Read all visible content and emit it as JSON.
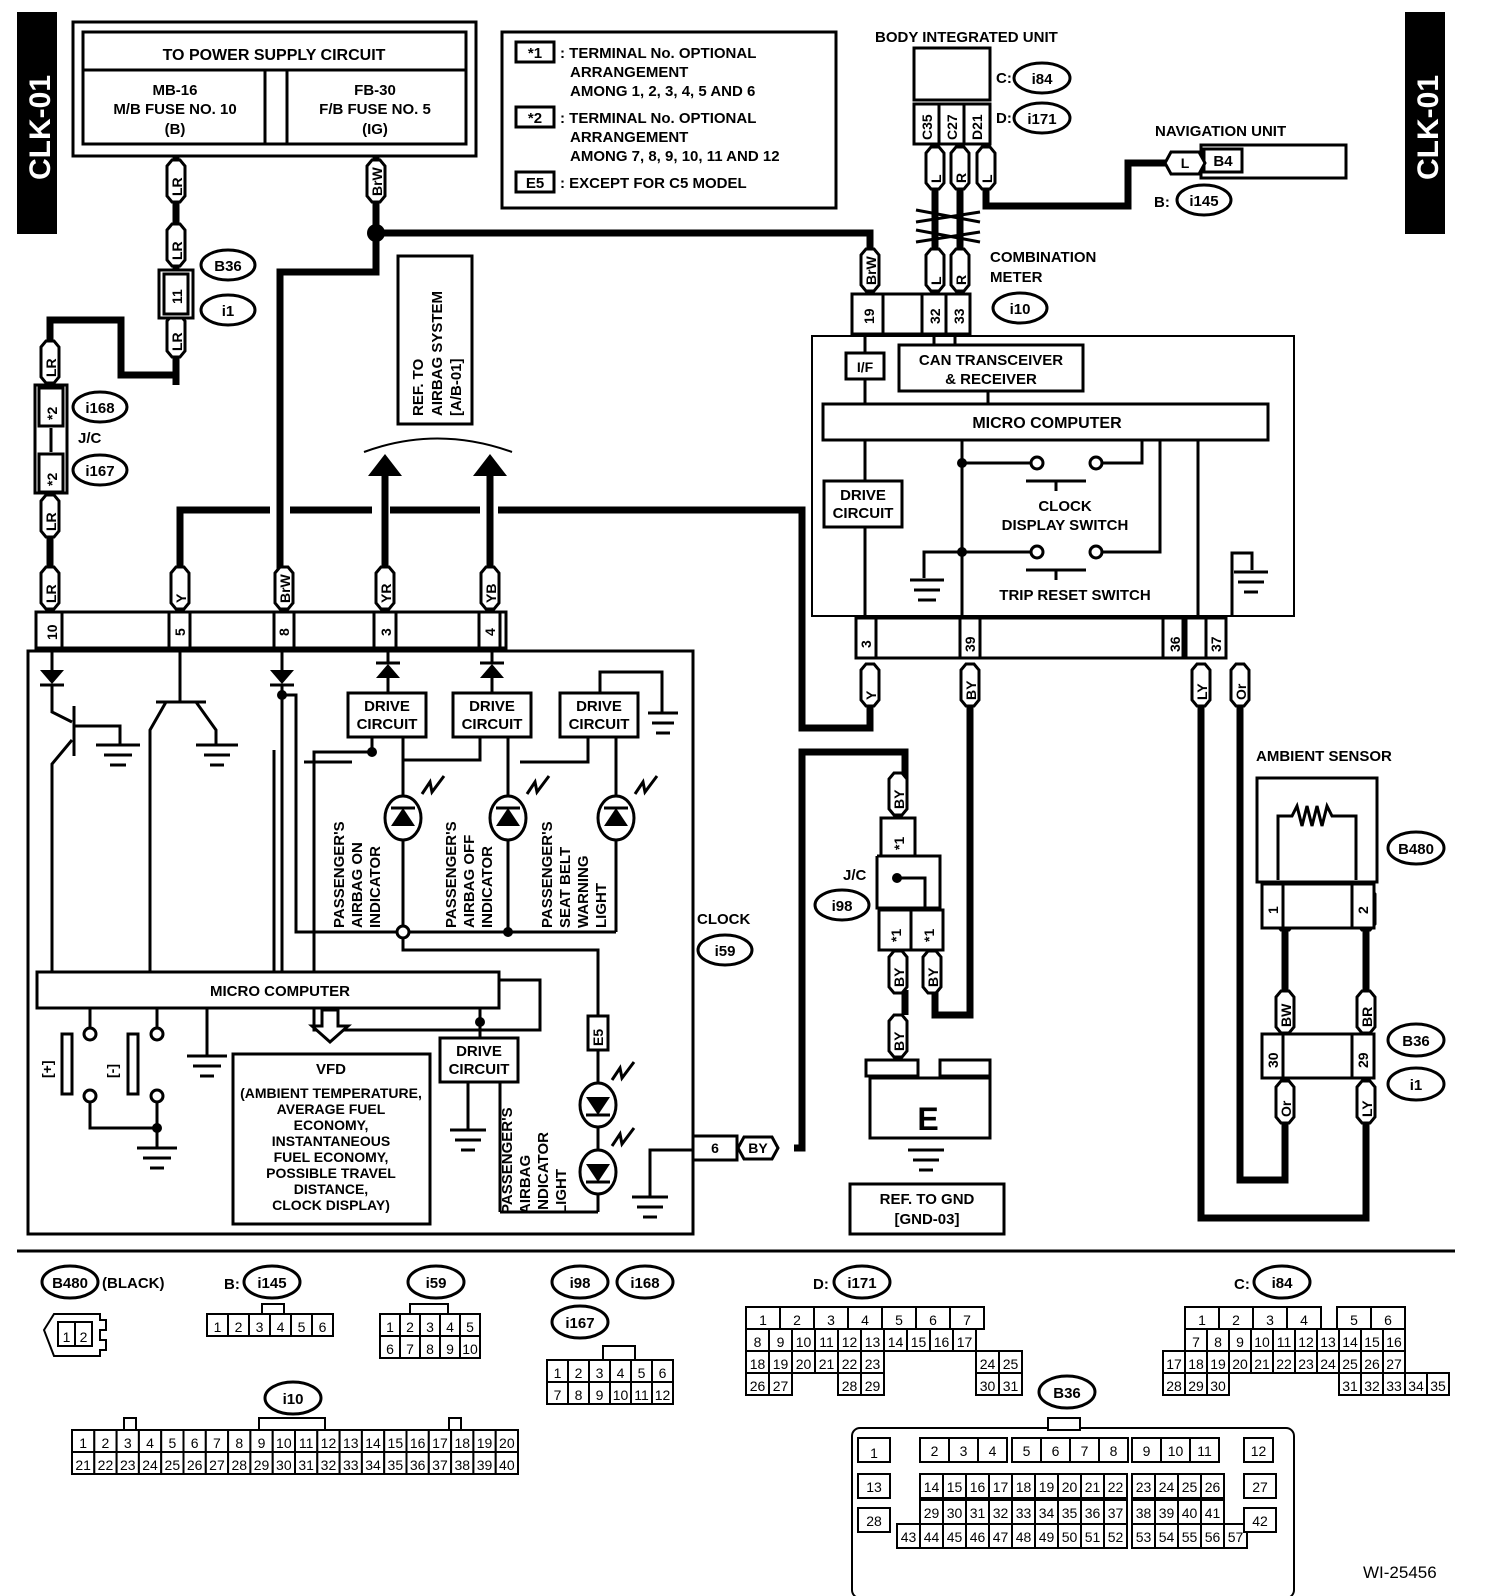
{
  "page_id": "CLK-01",
  "figure_id": "WI-25456",
  "power_supply": {
    "title": "TO POWER SUPPLY CIRCUIT",
    "left": [
      "MB-16",
      "M/B FUSE NO. 10",
      "(B)"
    ],
    "right": [
      "FB-30",
      "F/B FUSE NO. 5",
      "(IG)"
    ]
  },
  "legend": [
    {
      "key": "*1",
      "lines": [
        ": TERMINAL No. OPTIONAL",
        "ARRANGEMENT",
        "AMONG 1, 2, 3, 4, 5 AND 6"
      ]
    },
    {
      "key": "*2",
      "lines": [
        ": TERMINAL No. OPTIONAL",
        "ARRANGEMENT",
        "AMONG 7, 8, 9, 10, 11 AND 12"
      ]
    },
    {
      "key": "E5",
      "lines": [
        ": EXCEPT FOR C5 MODEL"
      ]
    }
  ],
  "body_integrated_unit": {
    "title": "BODY INTEGRATED UNIT",
    "connectors": [
      {
        "prefix": "C:",
        "id": "i84"
      },
      {
        "prefix": "D:",
        "id": "i171"
      }
    ],
    "pins": [
      "C35",
      "C27",
      "D21"
    ],
    "wires": [
      "L",
      "R",
      "L"
    ]
  },
  "navigation_unit": {
    "title": "NAVIGATION UNIT",
    "pin": "B4",
    "wire": "L",
    "connector": {
      "prefix": "B:",
      "id": "i145"
    }
  },
  "combination_meter": {
    "title_lines": [
      "COMBINATION",
      "METER"
    ],
    "connector": "i10",
    "top_pins": [
      {
        "pin": "19",
        "wire": "BrW"
      },
      {
        "pin": "32",
        "wire": "L"
      },
      {
        "pin": "33",
        "wire": "R"
      }
    ],
    "bottom_pins": [
      {
        "pin": "3",
        "wire": "Y"
      },
      {
        "pin": "39",
        "wire": "BY"
      },
      {
        "pin": "36",
        "wire": "LY"
      },
      {
        "pin": "37",
        "wire": "Or"
      }
    ],
    "blocks": {
      "if": "I/F",
      "can": [
        "CAN TRANSCEIVER",
        "& RECEIVER"
      ],
      "micro": "MICRO COMPUTER",
      "drive": [
        "DRIVE",
        "CIRCUIT"
      ],
      "clock_switch": [
        "CLOCK",
        "DISPLAY SWITCH"
      ],
      "trip_switch": "TRIP RESET SWITCH"
    }
  },
  "joint_connector_left": {
    "label": "J/C",
    "upper": {
      "key": "*2",
      "id": "i168"
    },
    "lower": {
      "key": "*2",
      "id": "i167"
    },
    "wires": [
      "LR",
      "LR"
    ]
  },
  "inline_b36_i1_left": {
    "pin": "11",
    "ids": [
      "B36",
      "i1"
    ],
    "wires": [
      "LR",
      "LR",
      "LR"
    ]
  },
  "power_wires": {
    "left": "LR",
    "right": "BrW"
  },
  "airbag_ref": [
    "REF. TO",
    "AIRBAG SYSTEM",
    "[A/B-01]"
  ],
  "clock": {
    "title": "CLOCK",
    "connector": "i59",
    "top_pins": [
      {
        "pin": "10",
        "wire": "LR"
      },
      {
        "pin": "5",
        "wire": "Y"
      },
      {
        "pin": "8",
        "wire": "BrW"
      },
      {
        "pin": "3",
        "wire": "YR"
      },
      {
        "pin": "4",
        "wire": "YB"
      }
    ],
    "ground_pin": {
      "pin": "6",
      "wire": "BY"
    },
    "drive_label": [
      "DRIVE",
      "CIRCUIT"
    ],
    "indicators": [
      [
        "PASSENGER'S",
        "AIRBAG ON",
        "INDICATOR"
      ],
      [
        "PASSENGER'S",
        "AIRBAG OFF",
        "INDICATOR"
      ],
      [
        "PASSENGER'S",
        "SEAT BELT",
        "WARNING",
        "LIGHT"
      ]
    ],
    "airbag_light": [
      "PASSENGER'S",
      "AIRBAG",
      "INDICATOR",
      "LIGHT"
    ],
    "e5": "E5",
    "micro": "MICRO COMPUTER",
    "plus": "[+]",
    "minus": "[-]",
    "vfd_title": "VFD",
    "vfd_lines": [
      "(AMBIENT TEMPERATURE,",
      "AVERAGE FUEL",
      "ECONOMY,",
      "INSTANTANEOUS",
      "FUEL ECONOMY,",
      "POSSIBLE TRAVEL",
      "DISTANCE,",
      "CLOCK DISPLAY)"
    ]
  },
  "joint_connector_right": {
    "label": "J/C",
    "id": "i98",
    "keys": [
      "*1",
      "*1",
      "*1"
    ],
    "wires": [
      "BY",
      "BY",
      "BY",
      "BY"
    ]
  },
  "ground": {
    "label": "E",
    "ref": [
      "REF. TO GND",
      "[GND-03]"
    ]
  },
  "ambient_sensor": {
    "title": "AMBIENT SENSOR",
    "connector": "B480",
    "pins": [
      "1",
      "2"
    ],
    "wires_top": [
      "BW",
      "BR"
    ],
    "wires_mid": [
      "BW",
      "BR"
    ],
    "inline_pins": [
      "30",
      "29"
    ],
    "inline_ids": [
      "B36",
      "i1"
    ],
    "wires_bottom": [
      "Or",
      "LY"
    ]
  },
  "connector_views": {
    "b480": {
      "id": "B480",
      "note": "(BLACK)",
      "pins": [
        "1",
        "2"
      ]
    },
    "i145": {
      "prefix": "B:",
      "id": "i145",
      "pins": [
        "1",
        "2",
        "3",
        "4",
        "5",
        "6"
      ]
    },
    "i59": {
      "id": "i59",
      "rows": [
        [
          "1",
          "2",
          "3",
          "4",
          "5"
        ],
        [
          "6",
          "7",
          "8",
          "9",
          "10"
        ]
      ]
    },
    "i98_group": {
      "ids": [
        "i98",
        "i168",
        "i167"
      ],
      "rows": [
        [
          "1",
          "2",
          "3",
          "4",
          "5",
          "6"
        ],
        [
          "7",
          "8",
          "9",
          "10",
          "11",
          "12"
        ]
      ]
    },
    "i171": {
      "prefix": "D:",
      "id": "i171",
      "row1": [
        "1",
        "2",
        "3",
        "4",
        "5",
        "6",
        "7"
      ],
      "row2": [
        "8",
        "9",
        "10",
        "11",
        "12",
        "13",
        "14",
        "15",
        "16",
        "17"
      ],
      "row3": [
        "18",
        "19",
        "20",
        "21",
        "22",
        "23",
        "24",
        "25"
      ],
      "row4": [
        "26",
        "27",
        "28",
        "29",
        "30",
        "31"
      ]
    },
    "i84": {
      "prefix": "C:",
      "id": "i84",
      "row1": [
        "1",
        "2",
        "3",
        "4",
        "5",
        "6"
      ],
      "row2": [
        "7",
        "8",
        "9",
        "10",
        "11",
        "12",
        "13",
        "14",
        "15",
        "16"
      ],
      "row3": [
        "17",
        "18",
        "19",
        "20",
        "21",
        "22",
        "23",
        "24",
        "25",
        "26",
        "27"
      ],
      "row4": [
        "28",
        "29",
        "30",
        "31",
        "32",
        "33",
        "34",
        "35"
      ]
    },
    "i10": {
      "id": "i10",
      "row1": [
        "1",
        "2",
        "3",
        "4",
        "5",
        "6",
        "7",
        "8",
        "9",
        "10",
        "11",
        "12",
        "13",
        "14",
        "15",
        "16",
        "17",
        "18",
        "19",
        "20"
      ],
      "row2": [
        "21",
        "22",
        "23",
        "24",
        "25",
        "26",
        "27",
        "28",
        "29",
        "30",
        "31",
        "32",
        "33",
        "34",
        "35",
        "36",
        "37",
        "38",
        "39",
        "40"
      ]
    },
    "b36": {
      "id": "B36",
      "row1": [
        "1",
        "2",
        "3",
        "4",
        "5",
        "6",
        "7",
        "8",
        "9",
        "10",
        "11",
        "12"
      ],
      "row2": [
        "13",
        "14",
        "15",
        "16",
        "17",
        "18",
        "19",
        "20",
        "21",
        "22",
        "23",
        "24",
        "25",
        "26",
        "27"
      ],
      "row3": [
        "29",
        "30",
        "31",
        "32",
        "33",
        "34",
        "35",
        "36",
        "37",
        "38",
        "39",
        "40",
        "41"
      ],
      "row4": [
        "28",
        "43",
        "44",
        "45",
        "46",
        "47",
        "48",
        "49",
        "50",
        "51",
        "52",
        "53",
        "54",
        "55",
        "56",
        "57",
        "42"
      ]
    }
  }
}
